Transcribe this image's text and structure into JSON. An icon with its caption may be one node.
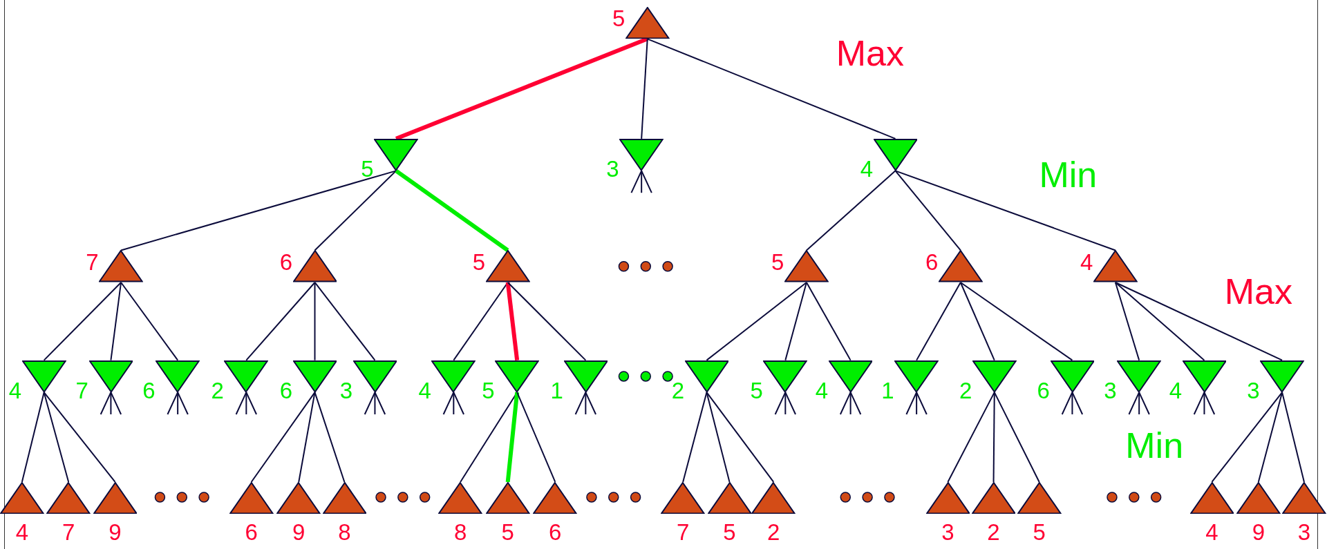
{
  "diagram": {
    "nodes": [
      {
        "text": [],
        "shape": "triangle",
        "beside": [
          "5"
        ]
      },
      {
        "text": [],
        "shape": "inverted-triangle",
        "beside": [
          "5"
        ]
      },
      {
        "text": [],
        "shape": "inverted-triangle",
        "beside": [
          "3"
        ]
      },
      {
        "text": [],
        "shape": "inverted-triangle",
        "beside": [
          "4"
        ]
      },
      {
        "text": [],
        "shape": "triangle",
        "beside": [
          "7"
        ]
      },
      {
        "text": [],
        "shape": "triangle",
        "beside": [
          "6"
        ]
      },
      {
        "text": [],
        "shape": "triangle",
        "beside": [
          "5"
        ]
      },
      {
        "text": [],
        "shape": "triangle",
        "beside": [
          "5"
        ]
      },
      {
        "text": [],
        "shape": "triangle",
        "beside": [
          "6"
        ]
      },
      {
        "text": [],
        "shape": "triangle",
        "beside": [
          "4"
        ]
      },
      {
        "text": [],
        "shape": "inverted-triangle",
        "beside": [
          "4"
        ]
      },
      {
        "text": [],
        "shape": "inverted-triangle",
        "beside": [
          "7"
        ]
      },
      {
        "text": [],
        "shape": "inverted-triangle",
        "beside": [
          "6"
        ]
      },
      {
        "text": [],
        "shape": "inverted-triangle",
        "beside": [
          "2"
        ]
      },
      {
        "text": [],
        "shape": "inverted-triangle",
        "beside": [
          "6"
        ]
      },
      {
        "text": [],
        "shape": "inverted-triangle",
        "beside": [
          "3"
        ]
      },
      {
        "text": [],
        "shape": "inverted-triangle",
        "beside": [
          "4"
        ]
      },
      {
        "text": [],
        "shape": "inverted-triangle",
        "beside": [
          "5"
        ]
      },
      {
        "text": [],
        "shape": "inverted-triangle",
        "beside": [
          "1"
        ]
      },
      {
        "text": [],
        "shape": "inverted-triangle",
        "beside": [
          "2"
        ]
      },
      {
        "text": [],
        "shape": "inverted-triangle",
        "beside": [
          "5"
        ]
      },
      {
        "text": [],
        "shape": "inverted-triangle",
        "beside": [
          "4"
        ]
      },
      {
        "text": [],
        "shape": "inverted-triangle",
        "beside": [
          "1"
        ]
      },
      {
        "text": [],
        "shape": "inverted-triangle",
        "beside": [
          "2"
        ]
      },
      {
        "text": [],
        "shape": "inverted-triangle",
        "beside": [
          "6"
        ]
      },
      {
        "text": [],
        "shape": "inverted-triangle",
        "beside": [
          "3"
        ]
      },
      {
        "text": [],
        "shape": "inverted-triangle",
        "beside": [
          "4"
        ]
      },
      {
        "text": [],
        "shape": "inverted-triangle",
        "beside": [
          "3"
        ]
      },
      {
        "text": [],
        "shape": "triangle",
        "beside": [
          "4"
        ]
      },
      {
        "text": [],
        "shape": "triangle",
        "beside": [
          "7"
        ]
      },
      {
        "text": [],
        "shape": "triangle",
        "beside": [
          "9"
        ]
      },
      {
        "text": [],
        "shape": "triangle",
        "beside": [
          "6"
        ]
      },
      {
        "text": [],
        "shape": "triangle",
        "beside": [
          "9"
        ]
      },
      {
        "text": [],
        "shape": "triangle",
        "beside": [
          "8"
        ]
      },
      {
        "text": [],
        "shape": "triangle",
        "beside": [
          "8"
        ]
      },
      {
        "text": [],
        "shape": "triangle",
        "beside": [
          "5"
        ]
      },
      {
        "text": [],
        "shape": "triangle",
        "beside": [
          "6"
        ]
      },
      {
        "text": [],
        "shape": "triangle",
        "beside": [
          "7"
        ]
      },
      {
        "text": [],
        "shape": "triangle",
        "beside": [
          "5"
        ]
      },
      {
        "text": [],
        "shape": "triangle",
        "beside": [
          "2"
        ]
      },
      {
        "text": [],
        "shape": "triangle",
        "beside": [
          "3"
        ]
      },
      {
        "text": [],
        "shape": "triangle",
        "beside": [
          "2"
        ]
      },
      {
        "text": [],
        "shape": "triangle",
        "beside": [
          "5"
        ]
      },
      {
        "text": [],
        "shape": "triangle",
        "beside": [
          "4"
        ]
      },
      {
        "text": [],
        "shape": "triangle",
        "beside": [
          "9"
        ]
      },
      {
        "text": [],
        "shape": "triangle",
        "beside": [
          "3"
        ]
      }
    ],
    "edges": [
      {
        "from": 0,
        "to": 1,
        "arrow": "none",
        "style": "thick",
        "color": "#ff0033"
      },
      {
        "from": 0,
        "to": 2,
        "arrow": "none"
      },
      {
        "from": 0,
        "to": 3,
        "arrow": "none"
      },
      {
        "from": 1,
        "to": 4,
        "arrow": "none"
      },
      {
        "from": 1,
        "to": 5,
        "arrow": "none"
      },
      {
        "from": 1,
        "to": 6,
        "arrow": "none",
        "style": "thick",
        "color": "#00ee00"
      },
      {
        "from": 3,
        "to": 7,
        "arrow": "none"
      },
      {
        "from": 3,
        "to": 8,
        "arrow": "none"
      },
      {
        "from": 3,
        "to": 9,
        "arrow": "none"
      },
      {
        "from": 4,
        "to": 10,
        "arrow": "none"
      },
      {
        "from": 4,
        "to": 11,
        "arrow": "none"
      },
      {
        "from": 4,
        "to": 12,
        "arrow": "none"
      },
      {
        "from": 5,
        "to": 13,
        "arrow": "none"
      },
      {
        "from": 5,
        "to": 14,
        "arrow": "none"
      },
      {
        "from": 5,
        "to": 15,
        "arrow": "none"
      },
      {
        "from": 6,
        "to": 16,
        "arrow": "none"
      },
      {
        "from": 6,
        "to": 17,
        "arrow": "none",
        "style": "thick",
        "color": "#ff0033"
      },
      {
        "from": 6,
        "to": 18,
        "arrow": "none"
      },
      {
        "from": 7,
        "to": 19,
        "arrow": "none"
      },
      {
        "from": 7,
        "to": 20,
        "arrow": "none"
      },
      {
        "from": 7,
        "to": 21,
        "arrow": "none"
      },
      {
        "from": 8,
        "to": 22,
        "arrow": "none"
      },
      {
        "from": 8,
        "to": 23,
        "arrow": "none"
      },
      {
        "from": 8,
        "to": 24,
        "arrow": "none"
      },
      {
        "from": 9,
        "to": 25,
        "arrow": "none"
      },
      {
        "from": 9,
        "to": 26,
        "arrow": "none"
      },
      {
        "from": 9,
        "to": 27,
        "arrow": "none"
      },
      {
        "from": 10,
        "to": 28,
        "arrow": "none"
      },
      {
        "from": 10,
        "to": 29,
        "arrow": "none"
      },
      {
        "from": 10,
        "to": 30,
        "arrow": "none"
      },
      {
        "from": 14,
        "to": 31,
        "arrow": "none"
      },
      {
        "from": 14,
        "to": 32,
        "arrow": "none"
      },
      {
        "from": 14,
        "to": 33,
        "arrow": "none"
      },
      {
        "from": 17,
        "to": 34,
        "arrow": "none"
      },
      {
        "from": 17,
        "to": 35,
        "arrow": "none",
        "style": "thick",
        "color": "#00ee00"
      },
      {
        "from": 17,
        "to": 36,
        "arrow": "none"
      },
      {
        "from": 19,
        "to": 37,
        "arrow": "none"
      },
      {
        "from": 19,
        "to": 38,
        "arrow": "none"
      },
      {
        "from": 19,
        "to": 39,
        "arrow": "none"
      },
      {
        "from": 23,
        "to": 40,
        "arrow": "none"
      },
      {
        "from": 23,
        "to": 41,
        "arrow": "none"
      },
      {
        "from": 23,
        "to": 42,
        "arrow": "none"
      },
      {
        "from": 27,
        "to": 43,
        "arrow": "none"
      },
      {
        "from": 27,
        "to": 44,
        "arrow": "none"
      },
      {
        "from": 27,
        "to": 45,
        "arrow": "none"
      }
    ],
    "labels": [
      "Max",
      "Min",
      "Max",
      "Min"
    ]
  }
}
